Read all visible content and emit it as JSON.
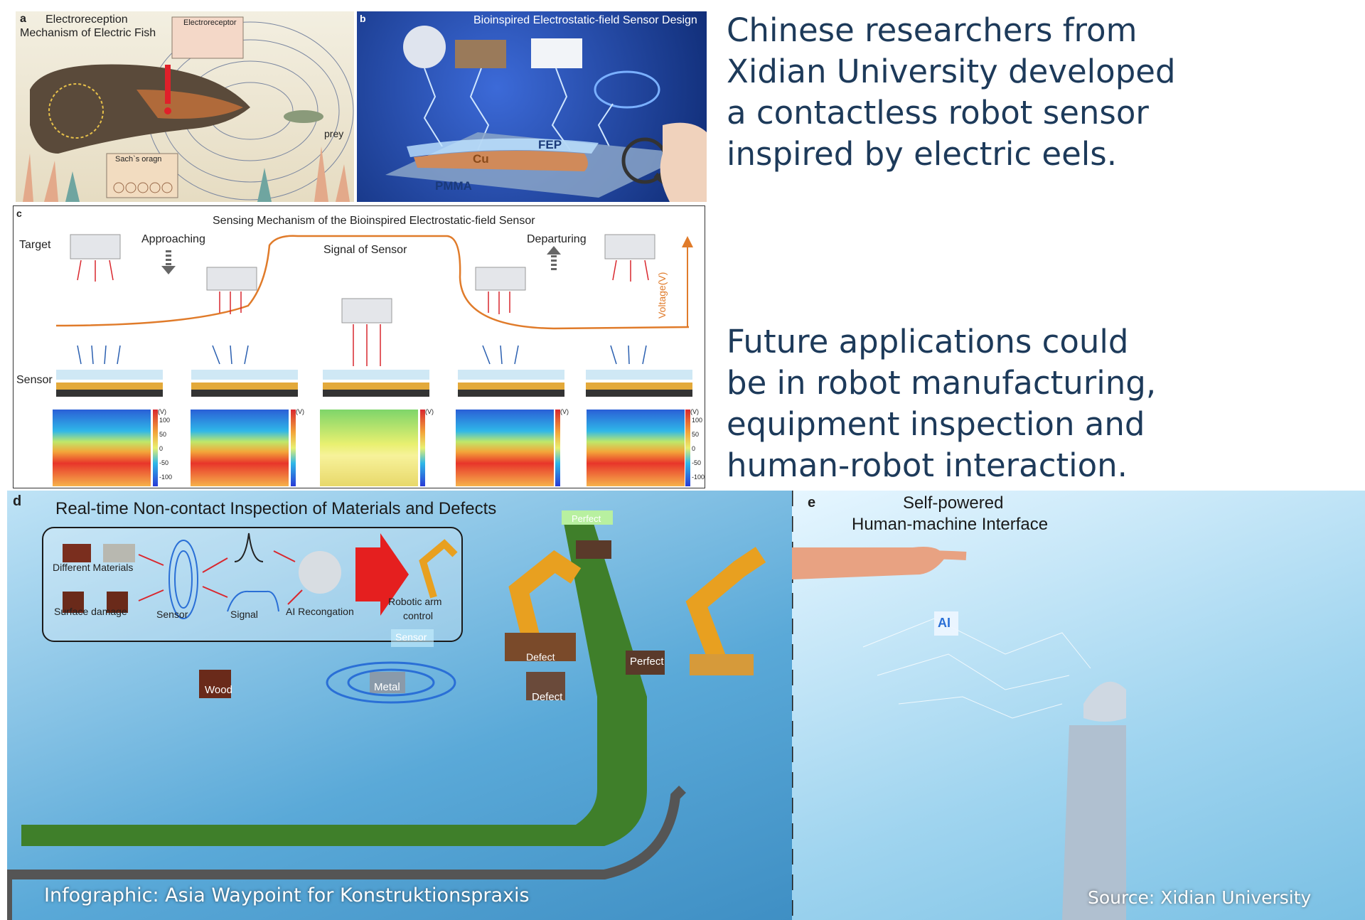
{
  "headlines": {
    "top": [
      "Chinese researchers from",
      "Xidian University developed",
      "a contactless robot sensor",
      "inspired by electric eels."
    ],
    "bottom": [
      "Future applications could",
      "be in robot manufacturing,",
      "equipment inspection and",
      "human-robot interaction."
    ]
  },
  "panel_a": {
    "letter": "a",
    "title_line1": "Electroreception",
    "title_line2": "Mechanism of Electric Fish",
    "electroreceptor": "Electroreceptor",
    "prey": "prey",
    "sachs_organ": "Sach`s oragn"
  },
  "panel_b": {
    "letter": "b",
    "title": "Bioinspired Electrostatic-field Sensor Design",
    "fep": "FEP",
    "cu": "Cu",
    "pmma": "PMMA"
  },
  "panel_c": {
    "letter": "c",
    "title": "Sensing Mechanism of the Bioinspired Electrostatic-field Sensor",
    "target": "Target",
    "approaching": "Approaching",
    "signal_of_sensor": "Signal of Sensor",
    "departuring": "Departuring",
    "voltage_axis": "Voltage(V)",
    "sensor": "Sensor",
    "colorbar_unit": "(V)",
    "colorbar_ticks": [
      "100",
      "50",
      "0",
      "-50",
      "-100"
    ]
  },
  "panel_d": {
    "letter": "d",
    "title": "Real-time Non-contact Inspection of Materials and Defects",
    "different_materials": "Different Materials",
    "surface_damage": "Surface damage",
    "sensor": "Sensor",
    "signal": "Signal",
    "ai_recognition": "AI Recongation",
    "robotic_arm_line1": "Robotic arm",
    "robotic_arm_line2": "control",
    "perfect_top": "Perfect",
    "sensor_scan": "Sensor",
    "defect_1": "Defect",
    "perfect_2": "Perfect",
    "wood": "Wood",
    "metal": "Metal",
    "defect_2": "Defect"
  },
  "panel_e": {
    "letter": "e",
    "title_line1": "Self-powered",
    "title_line2": "Human-machine Interface",
    "ai": "AI"
  },
  "credits": {
    "left": "Infographic: Asia Waypoint for Konstruktionspraxis",
    "right": "Source: Xidian University"
  },
  "colors": {
    "headline": "#1d3a5a",
    "signal_line": "#e07b2a",
    "panel_d_bg": "#5aa9d8",
    "panel_b_bg": "#163a8a"
  }
}
